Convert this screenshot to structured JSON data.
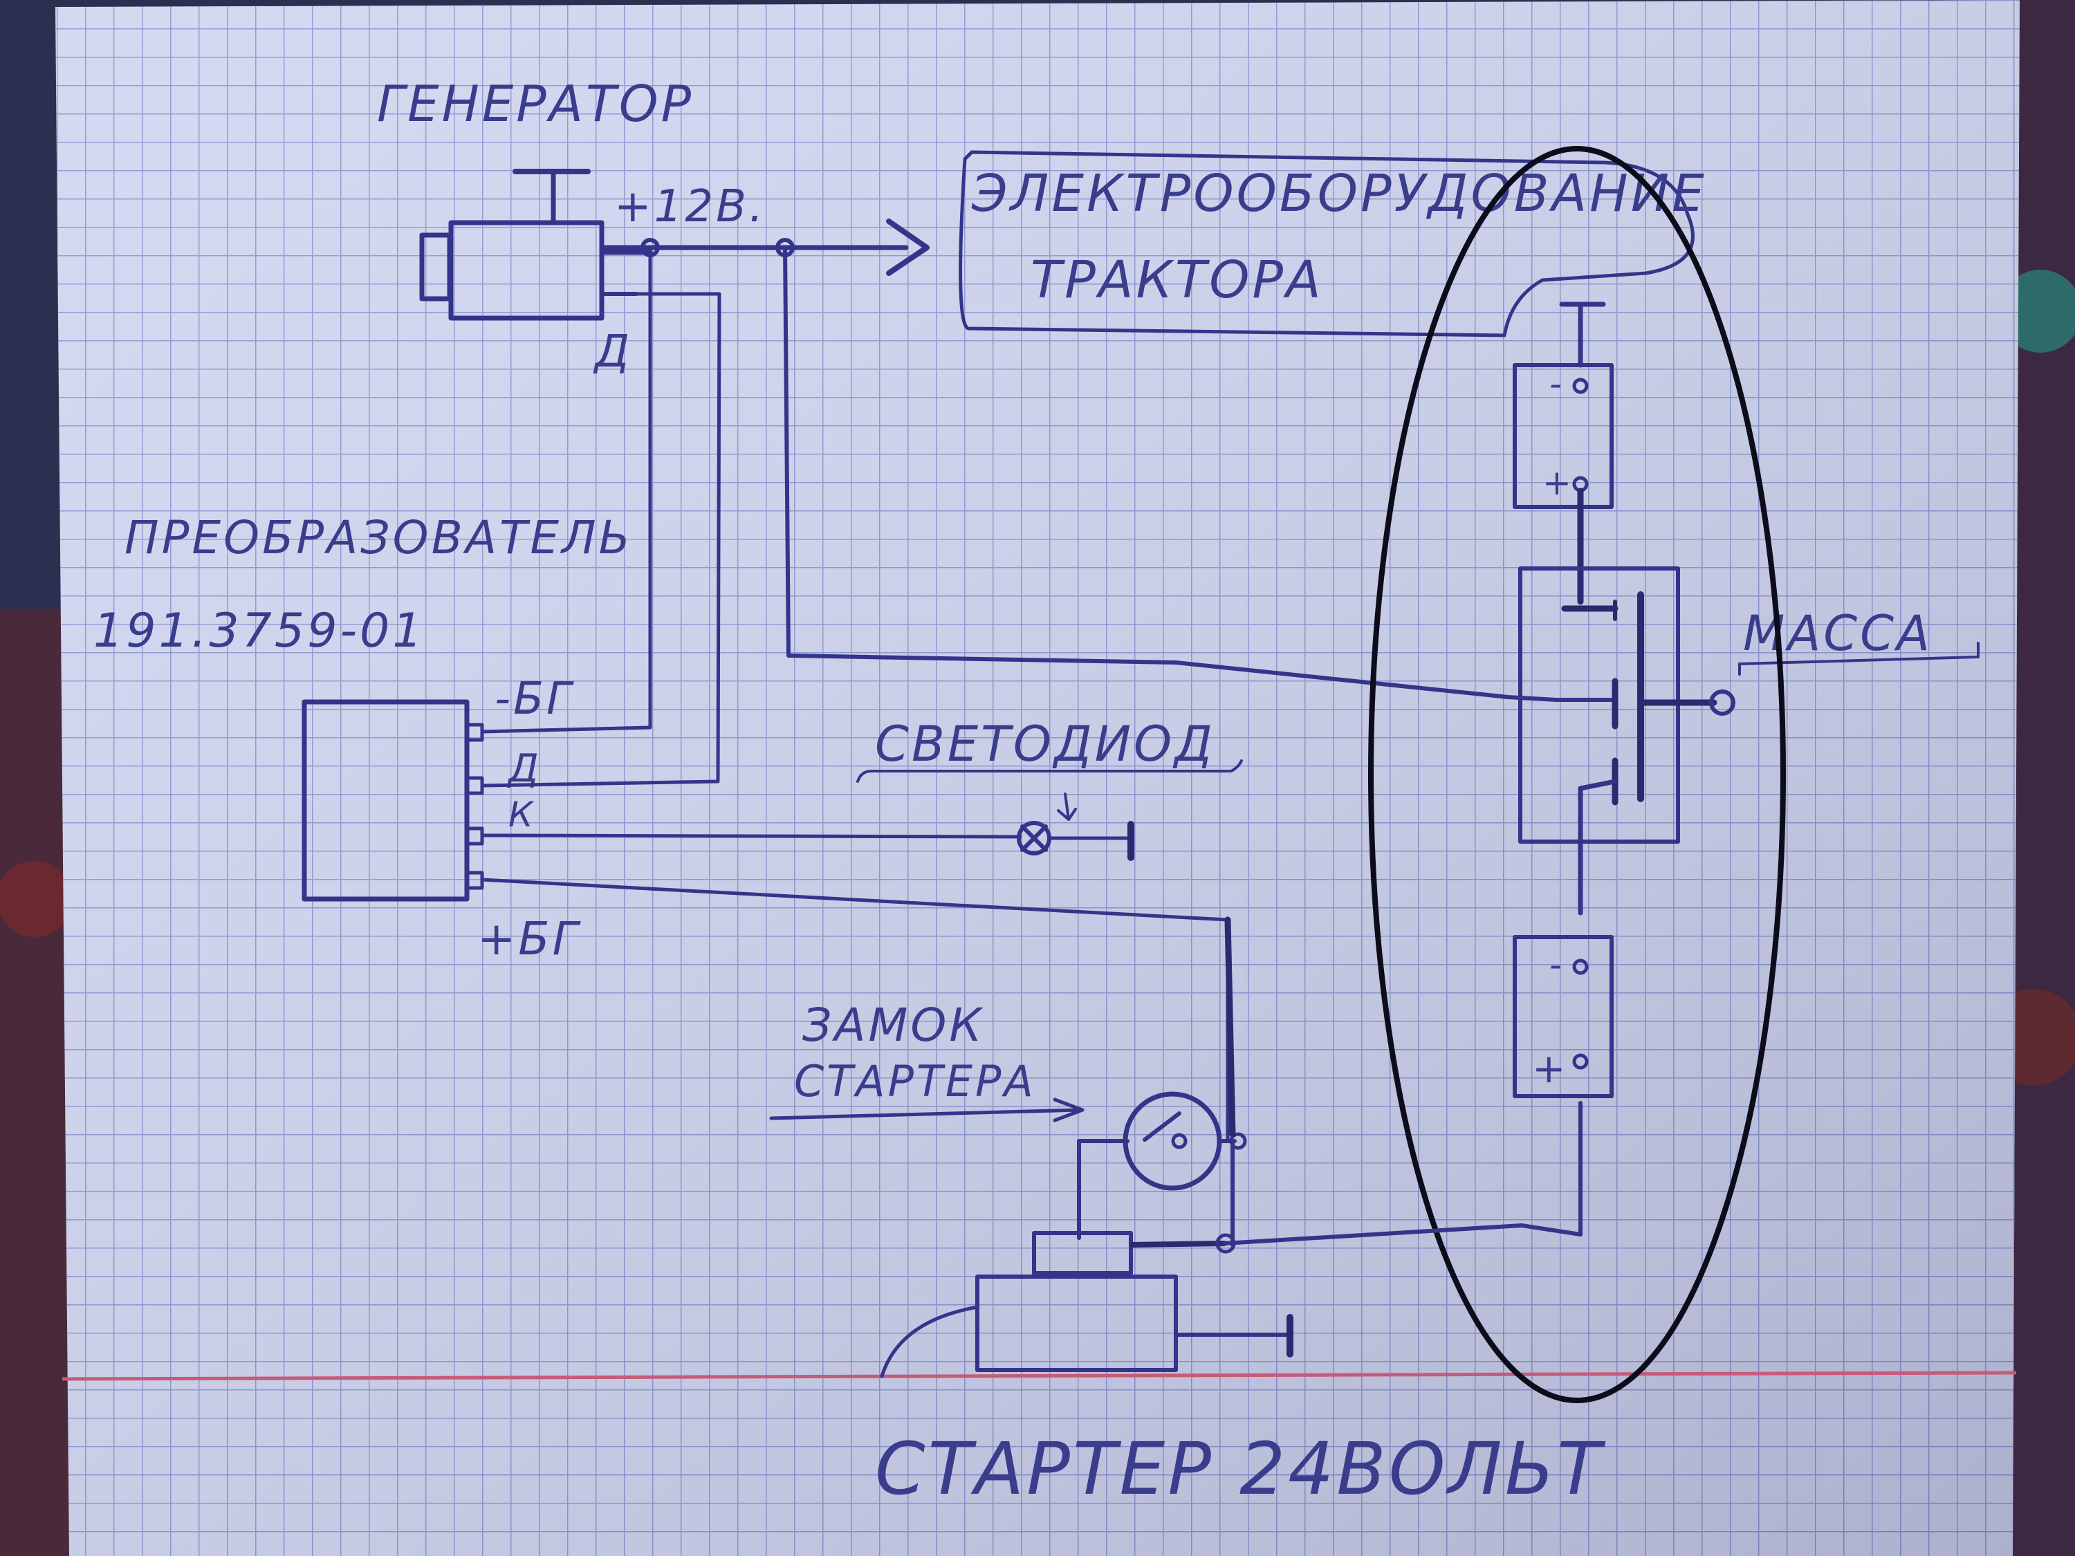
{
  "labels": {
    "generator": "ГЕНЕРАТОР",
    "voltage_12": "+12В.",
    "tractor_equipment_line1": "ЭЛЕКТРООБОРУДОВАНИЕ",
    "tractor_equipment_line2": "ТРАКТОРА",
    "generator_d": "Д",
    "converter": "ПРЕОБРАЗОВАТЕЛЬ",
    "converter_model": "191.3759-01",
    "minus_bg": "-БГ",
    "terminal_d": "Д",
    "terminal_k": "К",
    "plus_bg": "+БГ",
    "led": "СВЕТОДИОД",
    "mass": "МАССА",
    "starter_lock_line1": "ЗАМОК",
    "starter_lock_line2": "СТАРТЕРА",
    "starter_24v": "СТАРТЕР 24ВОЛЬТ"
  },
  "battery_top": {
    "minus": "-",
    "plus": "+"
  },
  "battery_bottom": {
    "minus": "-",
    "plus": "+"
  },
  "colors": {
    "paper": "#d2d7f0",
    "grid": "#8c9ad4",
    "ink": "#34348a",
    "margin_line": "#c75a78",
    "ellipse": "#0c0c1a"
  }
}
